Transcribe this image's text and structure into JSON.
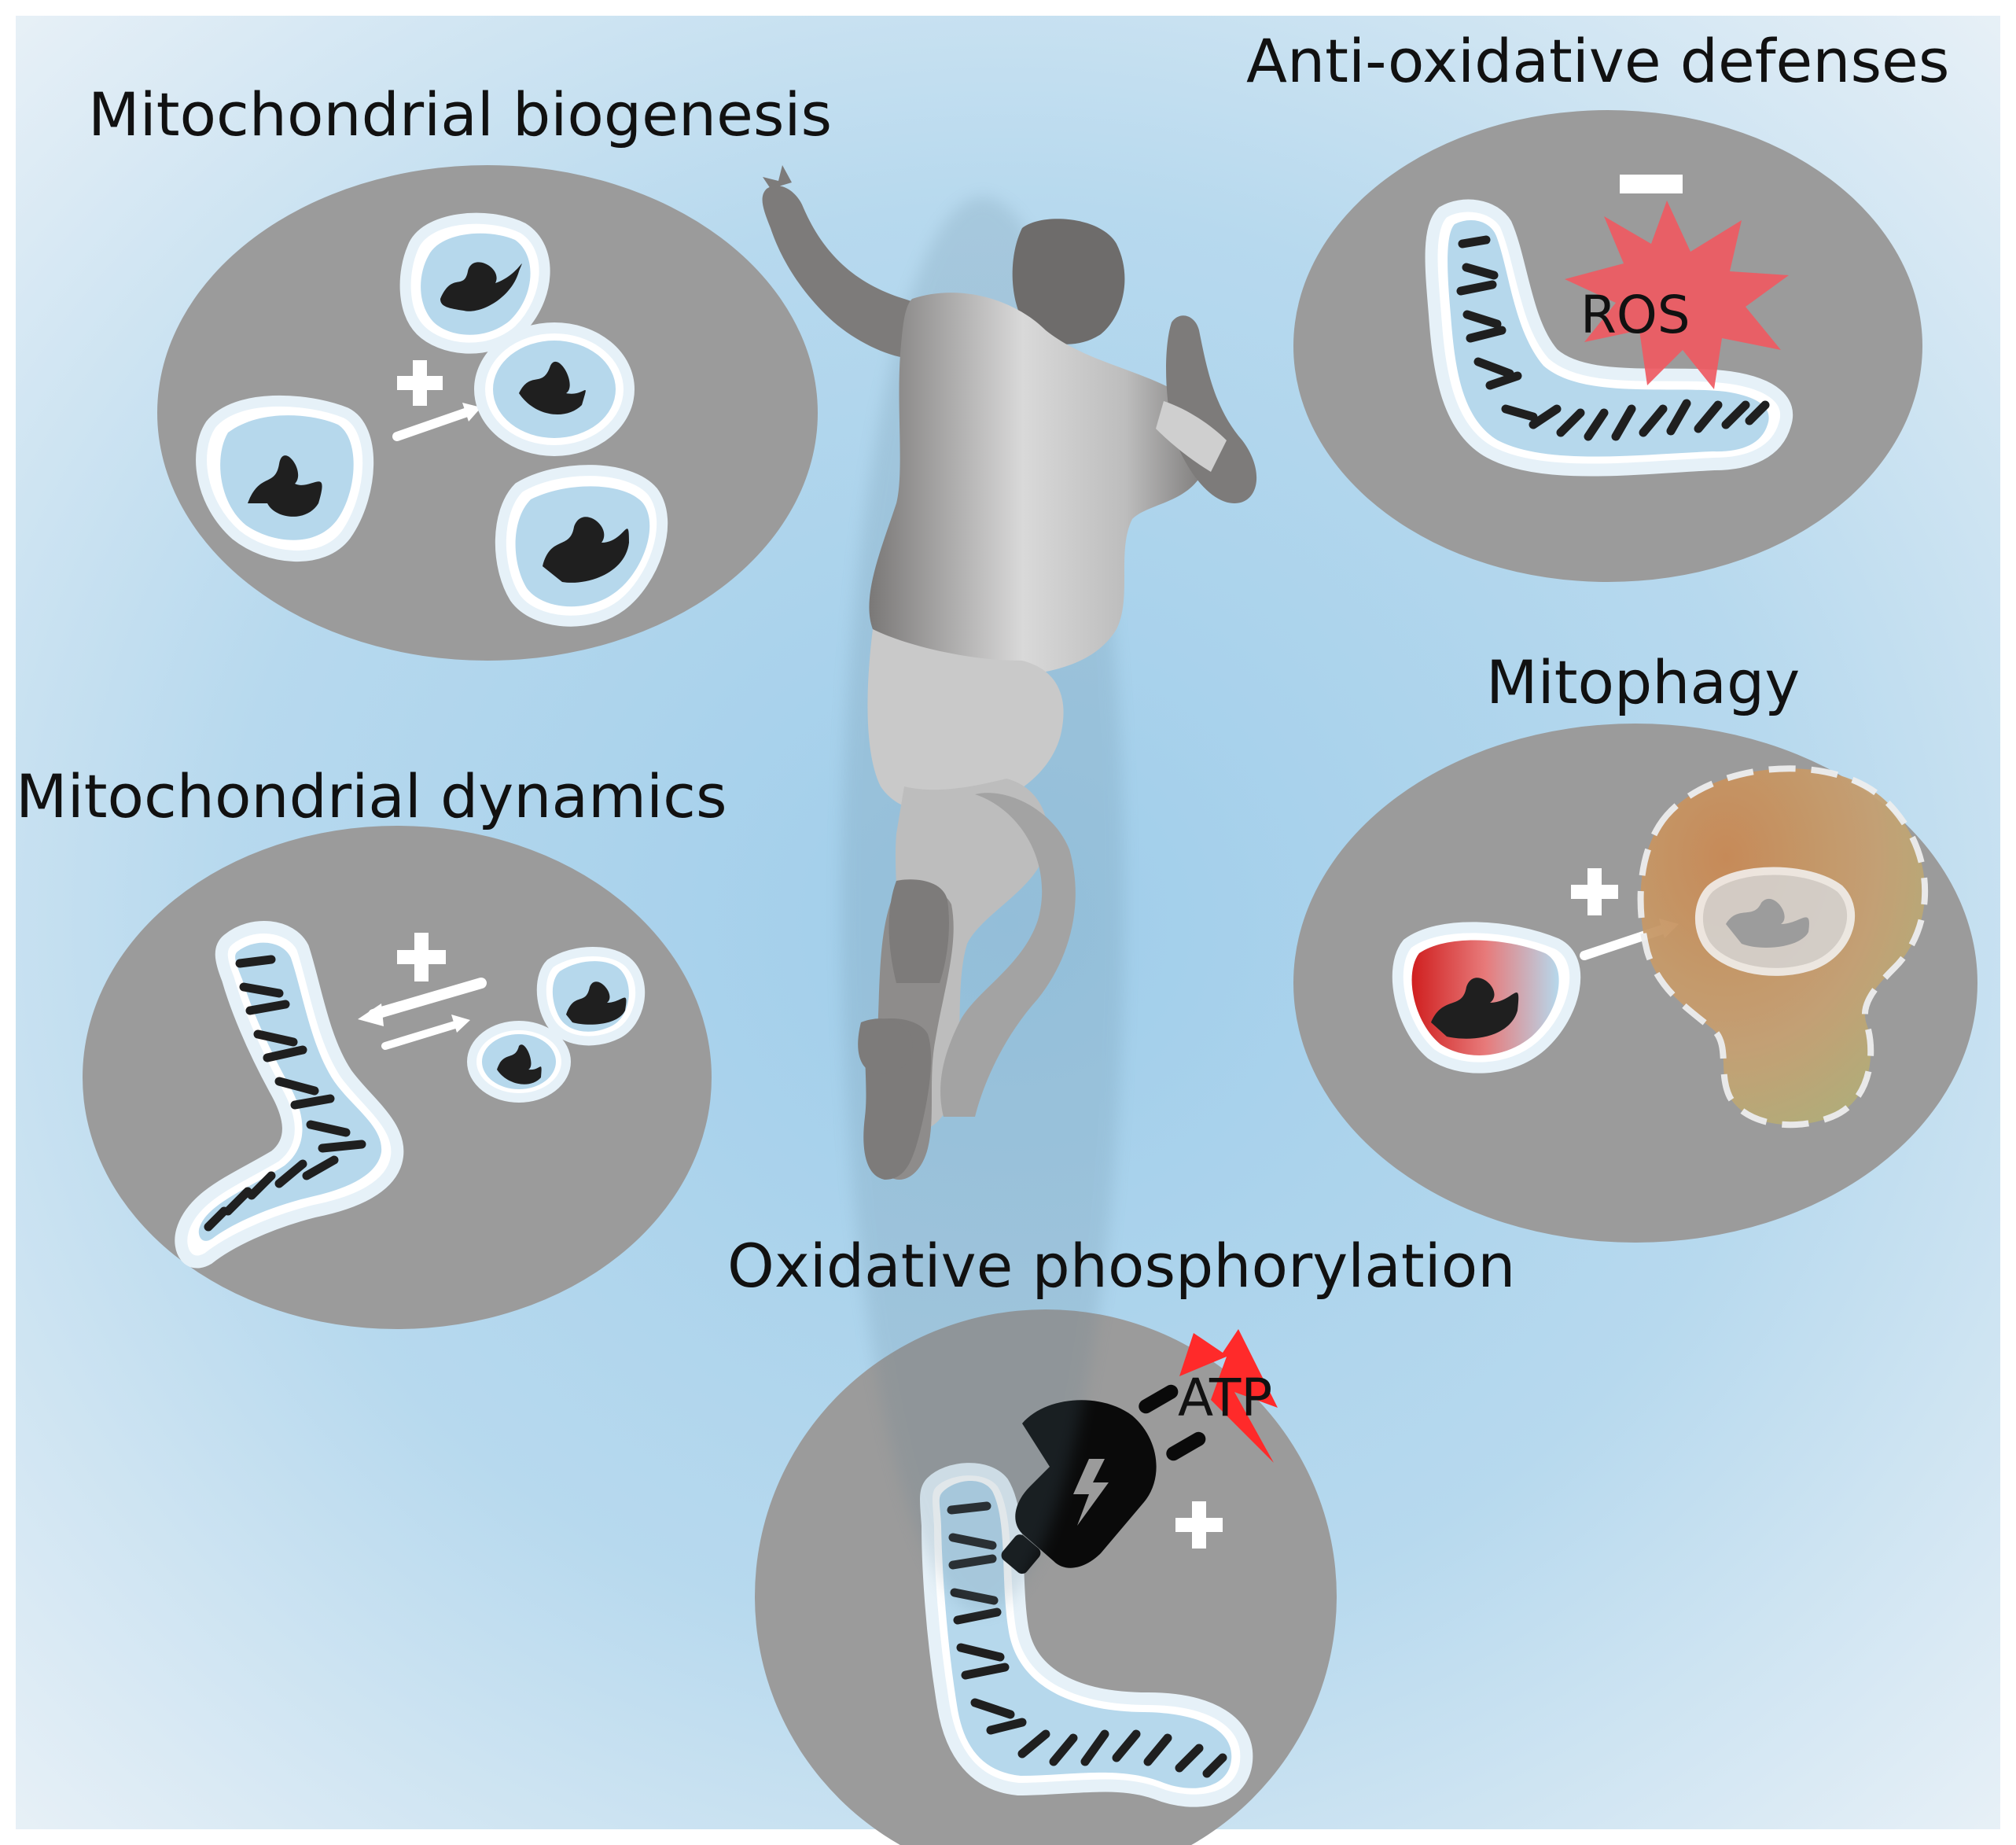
{
  "colors": {
    "background_center": "#9fcdea",
    "background_edge": "#e9f1f7",
    "panel": "#9b9b9b",
    "mito_membrane": "#ffffff",
    "mito_matrix": "#b6d8ec",
    "cristae": "#1f1f1f",
    "silhouette": "#7d7b7a",
    "ros_burst": "#ef5a62",
    "lightning": "#ff2a2a",
    "lysosome": "#d9a56b",
    "arrow": "#ffffff"
  },
  "panels": {
    "biogenesis": {
      "title": "Mitochondrial biogenesis",
      "sign": "+"
    },
    "antioxidant": {
      "title": "Anti-oxidative defenses",
      "sign": "−",
      "burst_label": "ROS"
    },
    "mitophagy": {
      "title": "Mitophagy",
      "sign": "+"
    },
    "dynamics": {
      "title": "Mitochondrial dynamics",
      "sign": "+"
    },
    "oxphos": {
      "title": "Oxidative phosphorylation",
      "sign": "+",
      "energy_label": "ATP"
    }
  },
  "icons": {
    "athlete": "running-person-silhouette",
    "plug": "electric-plug-icon",
    "bolt": "lightning-bolt-icon"
  }
}
